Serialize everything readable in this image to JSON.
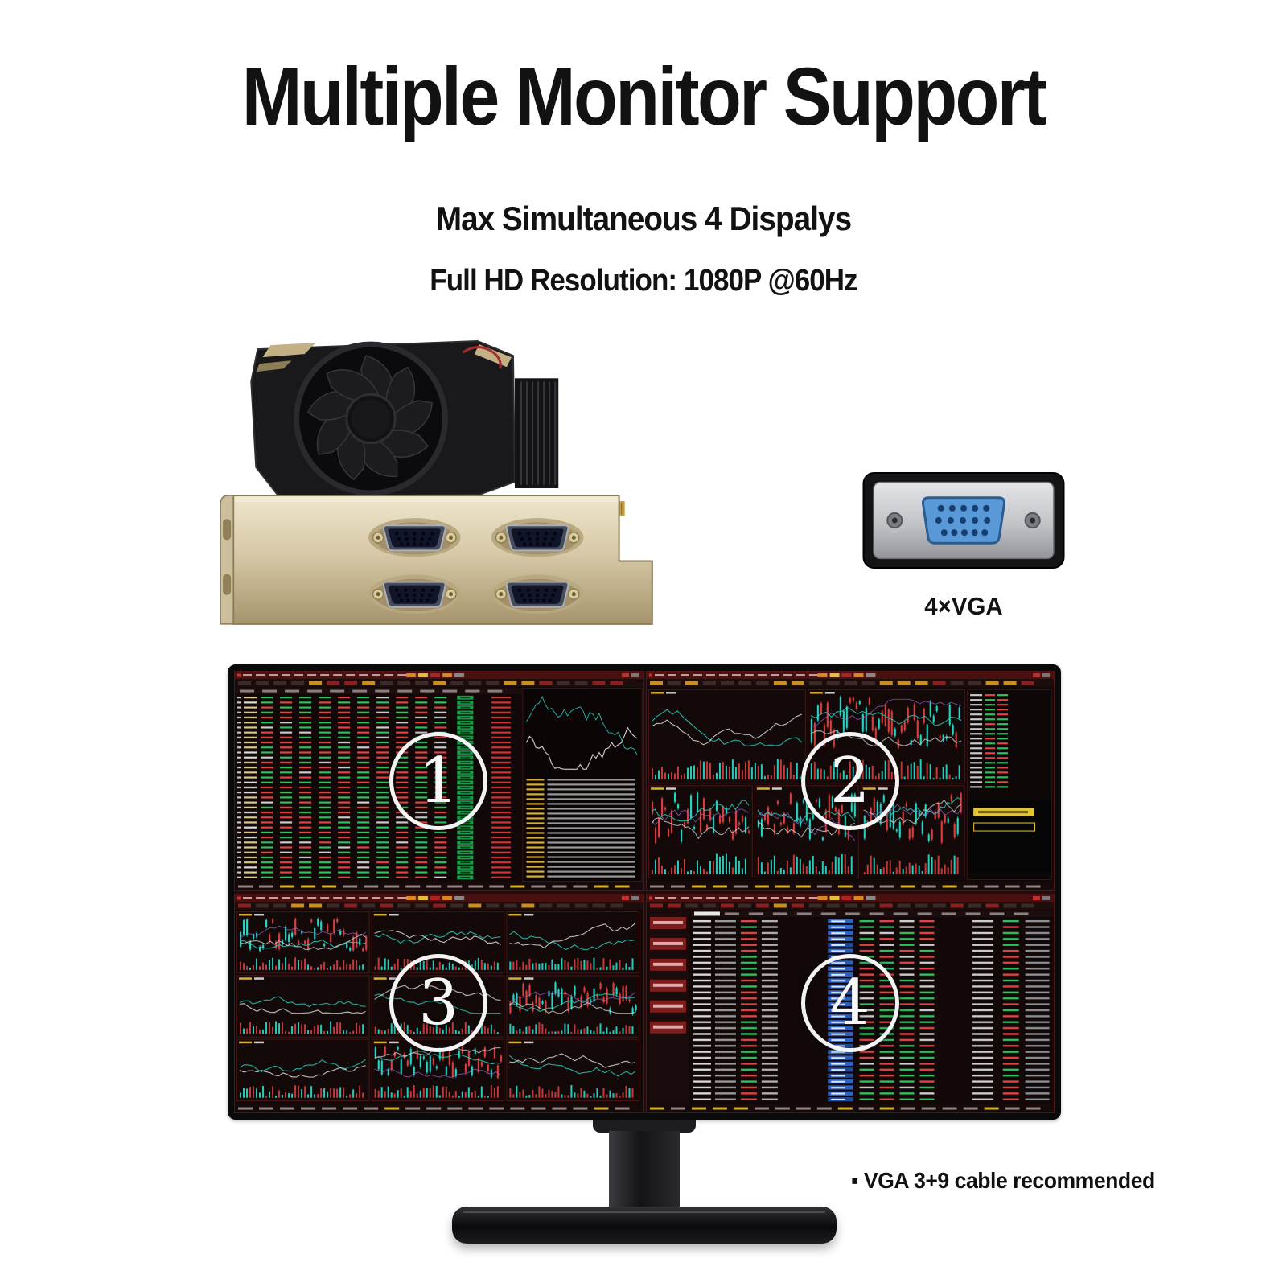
{
  "header": {
    "title": "Multiple Monitor Support",
    "subtitle": "Max Simultaneous 4 Dispalys",
    "subtitle2": "Full HD Resolution: 1080P @60Hz"
  },
  "vga": {
    "label": "4×VGA"
  },
  "monitor": {
    "quadrants": [
      {
        "number": "1",
        "style": "tableGreen"
      },
      {
        "number": "2",
        "style": "candles"
      },
      {
        "number": "3",
        "style": "chartGrid"
      },
      {
        "number": "4",
        "style": "tableBlue"
      }
    ]
  },
  "footnote": "▪ VGA 3+9 cable recommended",
  "colors": {
    "up_red": "#d84040",
    "down_cyan": "#2bd3c3",
    "highlight_green": "#15a24a",
    "highlight_blue": "#2e63c8",
    "window_red": "#4a1010",
    "bracket_gold": "#d7c9a8",
    "vga_blue": "#5a99d8"
  }
}
